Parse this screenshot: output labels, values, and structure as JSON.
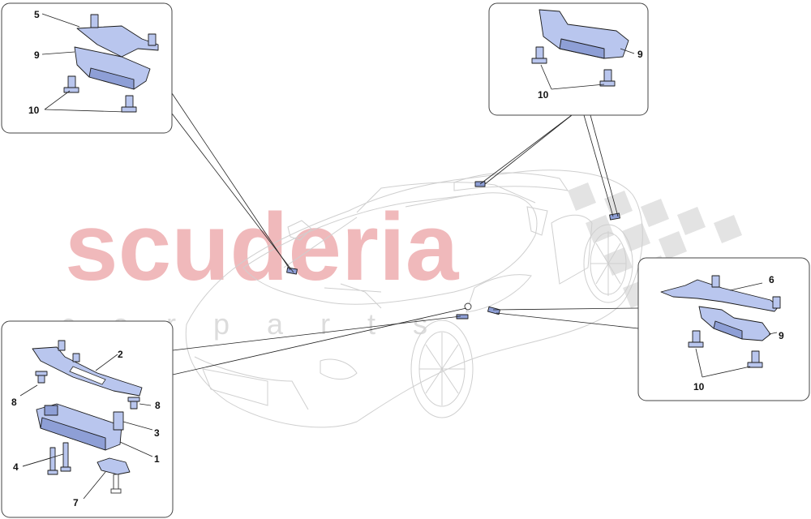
{
  "watermark": {
    "brand": "scuderia",
    "sub": "c a r p a r t s"
  },
  "labels": {
    "p1": "1",
    "p2": "2",
    "p3": "3",
    "p4": "4",
    "p5": "5",
    "p6": "6",
    "p7": "7",
    "p8a": "8",
    "p8b": "8",
    "p9a": "9",
    "p9b": "9",
    "p9c": "9",
    "p10a": "10",
    "p10b": "10",
    "p10c": "10"
  },
  "colors": {
    "part_fill": "#b9c6ee",
    "watermark_red": "#f0b9bb",
    "checker": "#e3e3e3"
  }
}
